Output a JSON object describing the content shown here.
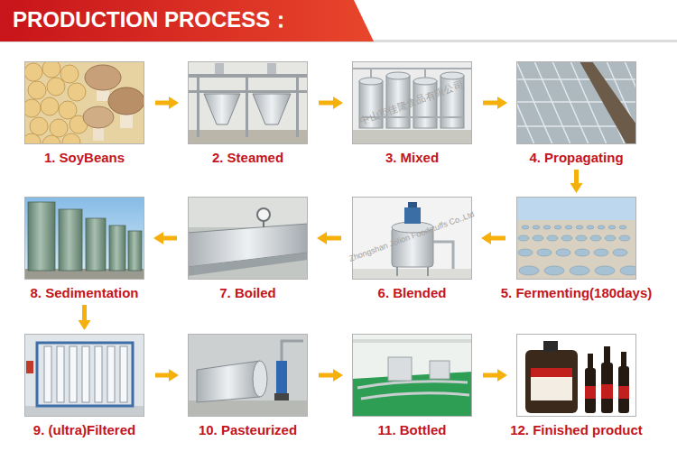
{
  "diagram": {
    "title": "PRODUCTION PROCESS：",
    "nodes": [
      {
        "text": [
          "1. SoyBeans"
        ]
      },
      {
        "text": [
          "2. Steamed"
        ]
      },
      {
        "text": [
          "3. Mixed"
        ]
      },
      {
        "text": [
          "4. Propagating"
        ]
      },
      {
        "text": [
          "5. Fermenting(180days)"
        ]
      },
      {
        "text": [
          "6. Blended"
        ]
      },
      {
        "text": [
          "7. Boiled"
        ]
      },
      {
        "text": [
          "8. Sedimentation"
        ]
      },
      {
        "text": [
          "9. (ultra)Filtered"
        ]
      },
      {
        "text": [
          "10. Pasteurized"
        ]
      },
      {
        "text": [
          "11. Bottled"
        ]
      },
      {
        "text": [
          "12. Finished product"
        ]
      }
    ],
    "edges": [
      {
        "from": 0,
        "to": 1,
        "arrow": "to"
      },
      {
        "from": 1,
        "to": 2,
        "arrow": "to"
      },
      {
        "from": 2,
        "to": 3,
        "arrow": "to"
      },
      {
        "from": 3,
        "to": 4,
        "arrow": "to"
      },
      {
        "from": 4,
        "to": 5,
        "arrow": "to"
      },
      {
        "from": 5,
        "to": 6,
        "arrow": "to"
      },
      {
        "from": 6,
        "to": 7,
        "arrow": "to"
      },
      {
        "from": 7,
        "to": 8,
        "arrow": "to"
      },
      {
        "from": 8,
        "to": 9,
        "arrow": "to"
      },
      {
        "from": 9,
        "to": 10,
        "arrow": "to"
      },
      {
        "from": 10,
        "to": 11,
        "arrow": "to"
      }
    ],
    "labels": [
      "中山市佳隆食品有限公司",
      "Zhongshan Jolion Foodstuffs Co.,Ltd"
    ]
  }
}
